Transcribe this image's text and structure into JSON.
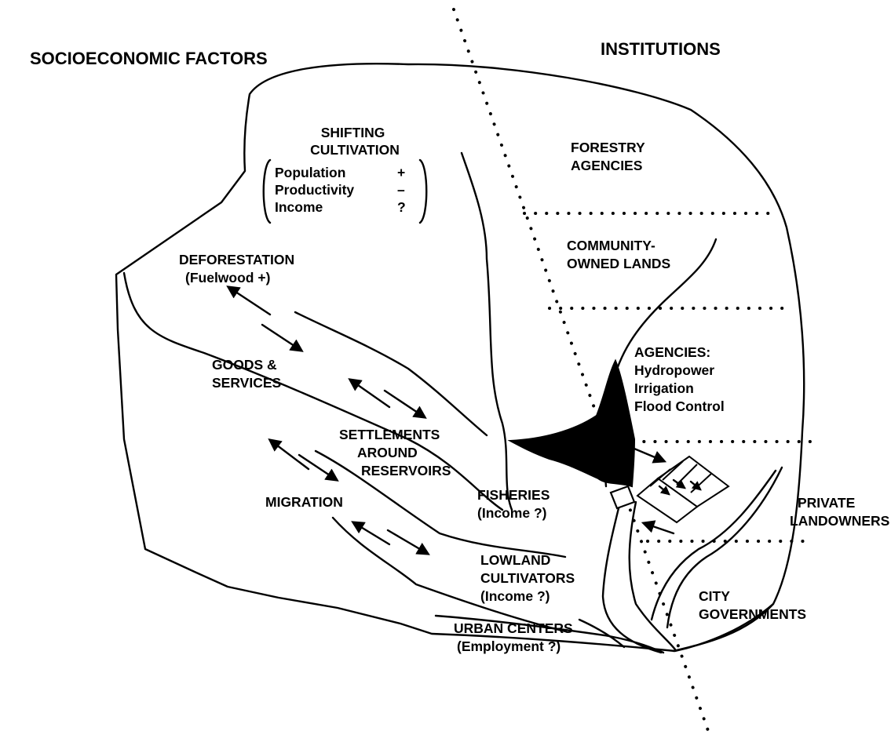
{
  "headers": {
    "socioeconomic": "SOCIOECONOMIC FACTORS",
    "institutions": "INSTITUTIONS"
  },
  "shifting_cultivation": {
    "title": [
      "SHIFTING",
      "CULTIVATION"
    ],
    "rows": [
      {
        "label": "Population",
        "sign": "+"
      },
      {
        "label": "Productivity",
        "sign": "–"
      },
      {
        "label": "Income",
        "sign": "?"
      }
    ]
  },
  "socioeconomic_labels": {
    "deforestation": [
      "DEFORESTATION",
      "(Fuelwood +)"
    ],
    "goods_services": [
      "GOODS &",
      "SERVICES"
    ],
    "settlements": [
      "SETTLEMENTS",
      "AROUND",
      "RESERVOIRS"
    ],
    "migration": "MIGRATION",
    "fisheries": [
      "FISHERIES",
      "(Income ?)"
    ],
    "lowland": [
      "LOWLAND",
      "CULTIVATORS",
      "(Income ?)"
    ],
    "urban": [
      "URBAN CENTERS",
      "(Employment ?)"
    ]
  },
  "institution_labels": {
    "forestry": [
      "FORESTRY",
      "AGENCIES"
    ],
    "community": [
      "COMMUNITY-",
      "OWNED LANDS"
    ],
    "agencies": [
      "AGENCIES:",
      "Hydropower",
      "Irrigation",
      "Flood Control"
    ],
    "private": [
      "PRIVATE",
      "LANDOWNERS"
    ],
    "city": [
      "CITY",
      "GOVERNMENTS"
    ]
  }
}
